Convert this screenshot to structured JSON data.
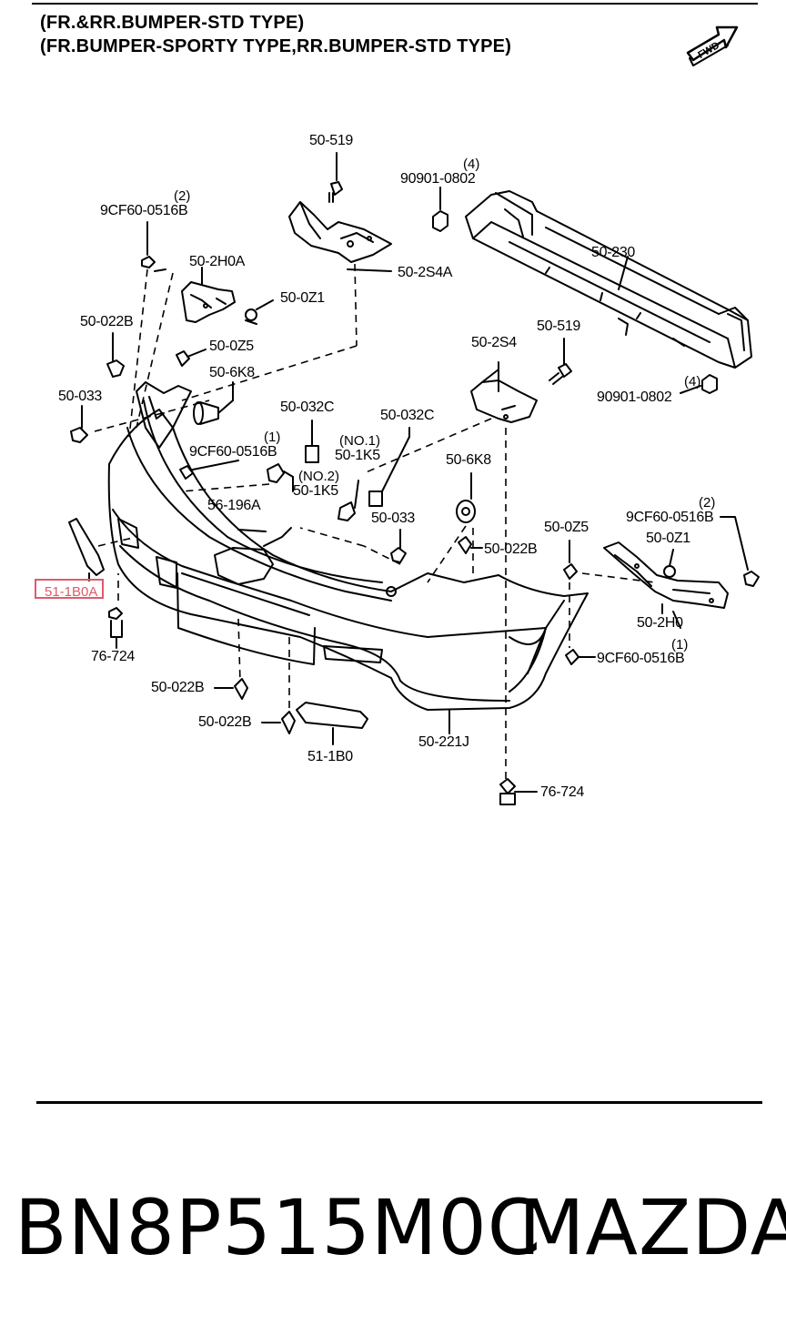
{
  "header": {
    "line1": "(FR.&RR.BUMPER-STD TYPE)",
    "line2": "(FR.BUMPER-SPORTY TYPE,RR.BUMPER-STD TYPE)",
    "fwd_label": "FWD"
  },
  "labels": {
    "l_50_519_top": "50-519",
    "q_90901_top": "(4)",
    "l_90901_top": "90901-0802",
    "q_9cf60_top": "(2)",
    "l_9cf60_top": "9CF60-0516B",
    "l_50_2h0a": "50-2H0A",
    "l_50_2s4a": "50-2S4A",
    "l_50_230": "50-230",
    "l_50_0z1_left": "50-0Z1",
    "l_50_022b_left": "50-022B",
    "l_50_0z5_left": "50-0Z5",
    "l_50_6k8_left": "50-6K8",
    "l_50_033_left": "50-033",
    "l_50_2s4": "50-2S4",
    "l_50_519_mid": "50-519",
    "q_90901_right": "(4)",
    "l_90901_right": "90901-0802",
    "l_50_032c_left": "50-032C",
    "l_50_032c_right": "50-032C",
    "q_9cf60_mid": "(1)",
    "l_9cf60_mid": "9CF60-0516B",
    "l_no1": "(NO.1)",
    "l_50_1k5_top": "50-1K5",
    "l_no2": "(NO.2)",
    "l_50_1k5_bot": "50-1K5",
    "l_50_6k8_right": "50-6K8",
    "l_56_196a": "56-196A",
    "l_50_033_right": "50-033",
    "l_50_022b_right": "50-022B",
    "l_50_0z5_right": "50-0Z5",
    "q_9cf60_right": "(2)",
    "l_9cf60_right": "9CF60-0516B",
    "l_50_0z1_right": "50-0Z1",
    "l_50_2h0": "50-2H0",
    "q_9cf60_low": "(1)",
    "l_9cf60_low": "9CF60-0516B",
    "l_51_1b0a": "51-1B0A",
    "l_76_724_left": "76-724",
    "l_50_022b_low1": "50-022B",
    "l_50_022b_low2": "50-022B",
    "l_51_1b0": "51-1B0",
    "l_50_221j": "50-221J",
    "l_76_724_right": "76-724"
  },
  "footer": {
    "part_number": "BN8P515M0C",
    "brand": "MAZDA"
  }
}
